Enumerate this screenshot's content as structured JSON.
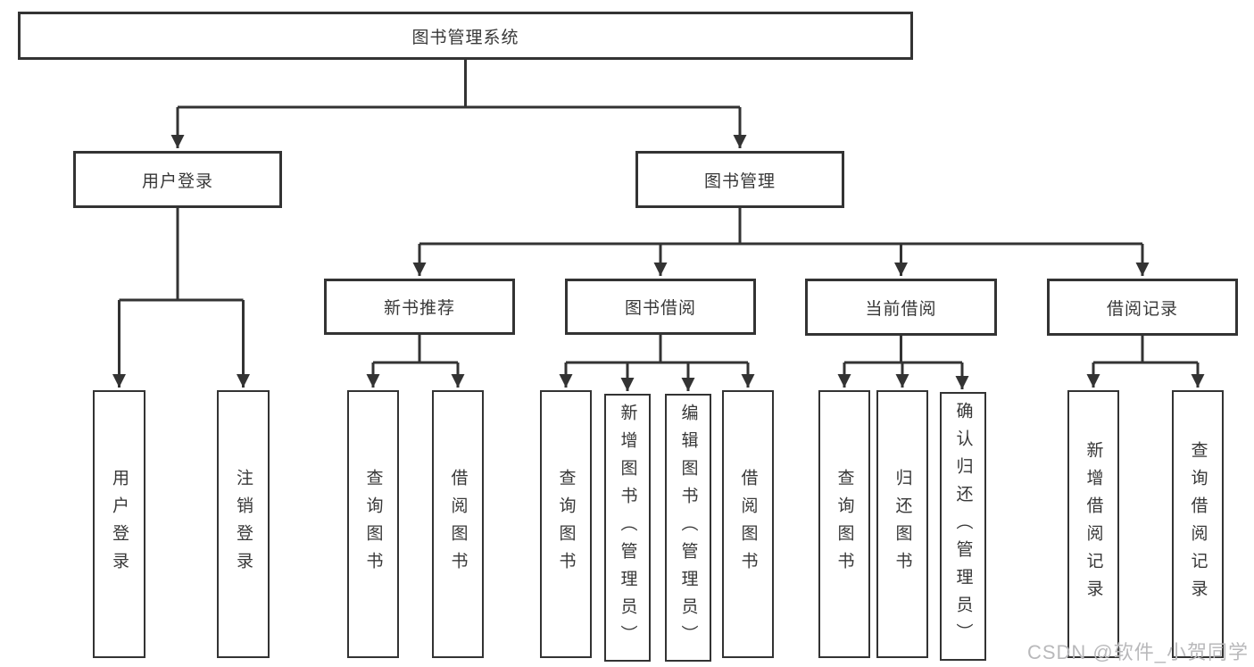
{
  "diagram": {
    "title": "图书管理系统",
    "nodes": {
      "root": {
        "label": "图书管理系统"
      },
      "user_login": {
        "label": "用户登录"
      },
      "book_mgmt": {
        "label": "图书管理"
      },
      "new_book_rec": {
        "label": "新书推荐"
      },
      "book_borrow": {
        "label": "图书借阅"
      },
      "current_borrow": {
        "label": "当前借阅"
      },
      "borrow_record": {
        "label": "借阅记录"
      },
      "ul_login": {
        "label": "用户登录"
      },
      "ul_logout": {
        "label": "注销登录"
      },
      "nb_query": {
        "label": "查询图书"
      },
      "nb_borrow": {
        "label": "借阅图书"
      },
      "bb_query": {
        "label": "查询图书"
      },
      "bb_add": {
        "label": "新增图书（管理员）"
      },
      "bb_edit": {
        "label": "编辑图书（管理员）"
      },
      "bb_borrow": {
        "label": "借阅图书"
      },
      "cb_query": {
        "label": "查询图书"
      },
      "cb_return": {
        "label": "归还图书"
      },
      "cb_confirm": {
        "label": "确认归还（管理员）"
      },
      "br_add": {
        "label": "新增借阅记录"
      },
      "br_query": {
        "label": "查询借阅记录"
      }
    }
  },
  "watermark": {
    "text": "CSDN @软件_小贺同学"
  },
  "colors": {
    "line": "#333333",
    "box_border": "#333333",
    "text": "#383838",
    "watermark": "#b9b9bb",
    "background": "#ffffff"
  }
}
